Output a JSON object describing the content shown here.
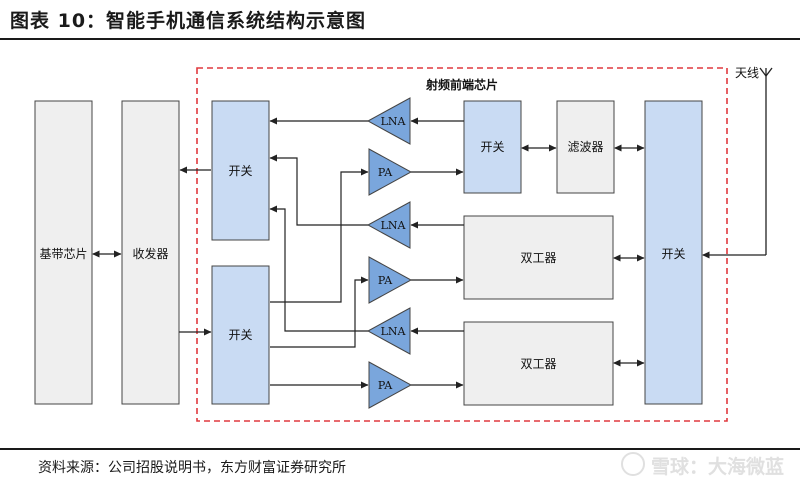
{
  "figure": {
    "title": "图表 10：智能手机通信系统结构示意图",
    "source": "资料来源：公司招股说明书，东方财富证券研究所",
    "watermark": "雪球：大海微蓝"
  },
  "diagram": {
    "module_label": "射频前端芯片",
    "antenna_label": "天线",
    "blocks": {
      "baseband": "基带芯片",
      "transceiver": "收发器",
      "switch_rx": "开关",
      "switch_tx": "开关",
      "switch_fe": "开关",
      "filter": "滤波器",
      "duplexer_1": "双工器",
      "duplexer_2": "双工器",
      "switch_ant": "开关"
    },
    "amplifiers": {
      "lna_1": "LNA",
      "pa_1": "PA",
      "lna_2": "LNA",
      "pa_2": "PA",
      "lna_3": "LNA",
      "pa_3": "PA"
    },
    "colors": {
      "blue_block": "#c9dbf3",
      "grey_block": "#efefef",
      "amp_fill": "#7aa6dc",
      "border": "#444444",
      "module_border": "#e0393e"
    }
  }
}
